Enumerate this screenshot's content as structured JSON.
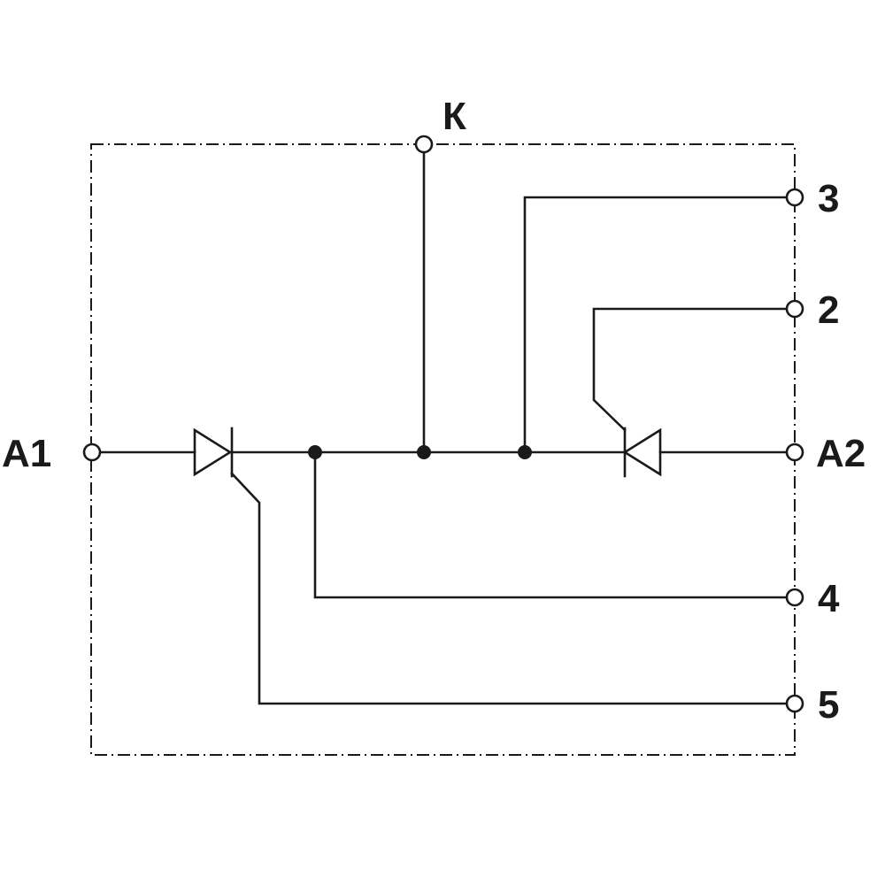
{
  "terminals": {
    "k": "К",
    "a1": "A1",
    "a2": "A2",
    "t2": "2",
    "t3": "3",
    "t4": "4",
    "t5": "5"
  },
  "colors": {
    "line": "#1a1a1a",
    "background": "#ffffff"
  }
}
